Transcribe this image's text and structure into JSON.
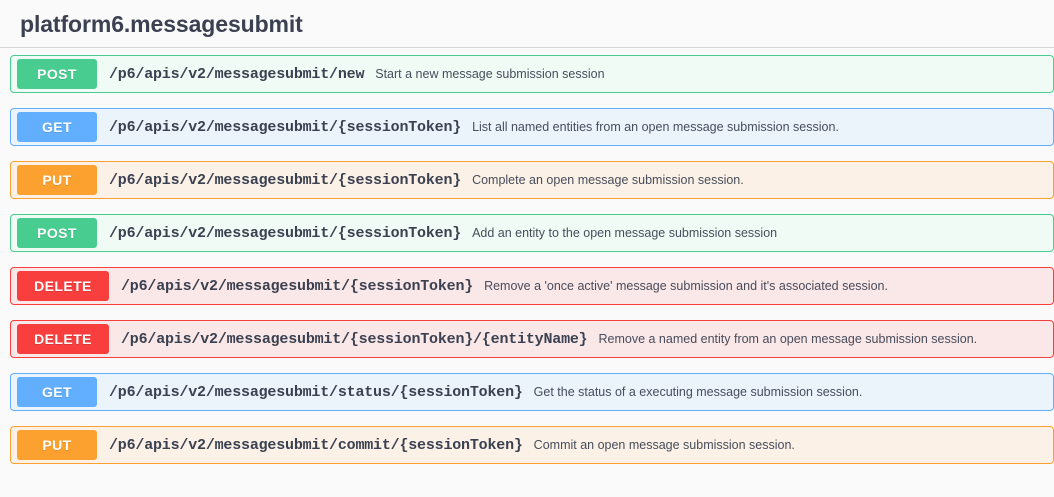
{
  "tag": {
    "title": "platform6.messagesubmit"
  },
  "colors": {
    "get": "#61affe",
    "post": "#49cc90",
    "put": "#fca130",
    "delete": "#f93e3e",
    "text": "#3b4151",
    "page_background": "#fafafa"
  },
  "operations": [
    {
      "method": "POST",
      "path": "/p6/apis/v2/messagesubmit/new",
      "summary": "Start a new message submission session"
    },
    {
      "method": "GET",
      "path": "/p6/apis/v2/messagesubmit/{sessionToken}",
      "summary": "List all named entities from an open message submission session."
    },
    {
      "method": "PUT",
      "path": "/p6/apis/v2/messagesubmit/{sessionToken}",
      "summary": "Complete an open message submission session."
    },
    {
      "method": "POST",
      "path": "/p6/apis/v2/messagesubmit/{sessionToken}",
      "summary": "Add an entity to the open message submission session"
    },
    {
      "method": "DELETE",
      "path": "/p6/apis/v2/messagesubmit/{sessionToken}",
      "summary": "Remove a 'once active' message submission and it's associated session."
    },
    {
      "method": "DELETE",
      "path": "/p6/apis/v2/messagesubmit/{sessionToken}/{entityName}",
      "summary": "Remove a named entity from an open message submission session."
    },
    {
      "method": "GET",
      "path": "/p6/apis/v2/messagesubmit/status/{sessionToken}",
      "summary": "Get the status of a executing message submission session."
    },
    {
      "method": "PUT",
      "path": "/p6/apis/v2/messagesubmit/commit/{sessionToken}",
      "summary": "Commit an open message submission session."
    }
  ]
}
